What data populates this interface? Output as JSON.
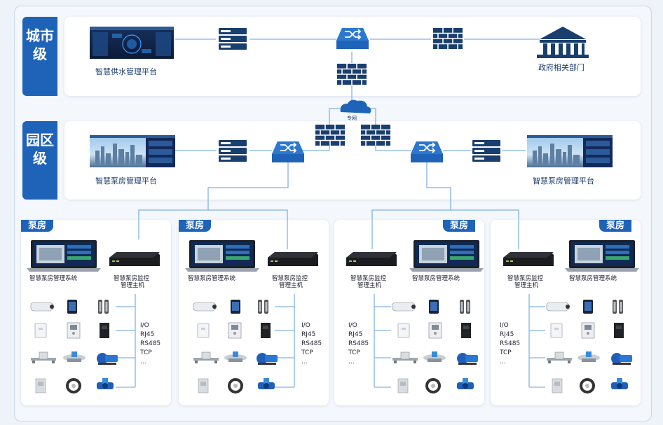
{
  "levels": {
    "city": "城市级",
    "park": "园区级"
  },
  "city": {
    "platform": "智慧供水管理平台",
    "gov": "政府相关部门"
  },
  "cloud": "专网",
  "park": {
    "platform_left": "智慧泵房管理平台",
    "platform_right": "智慧泵房管理平台"
  },
  "pumps": [
    {
      "tag": "泵房",
      "system": "智慧泵房管理系统",
      "host1": "智慧泵房监控",
      "host2": "管理主机",
      "protocols": [
        "I/O",
        "RJ45",
        "RS485",
        "TCP",
        "..."
      ]
    },
    {
      "tag": "泵房",
      "system": "智慧泵房管理系统",
      "host1": "智慧泵房监控",
      "host2": "管理主机",
      "protocols": [
        "I/O",
        "RJ45",
        "RS485",
        "TCP",
        "..."
      ]
    },
    {
      "tag": "泵房",
      "system": "智慧泵房管理系统",
      "host1": "智慧泵房监控",
      "host2": "管理主机",
      "protocols": [
        "I/O",
        "RJ45",
        "RS485",
        "TCP",
        "..."
      ]
    },
    {
      "tag": "泵房",
      "system": "智慧泵房管理系统",
      "host1": "智慧泵房监控",
      "host2": "管理主机",
      "protocols": [
        "I/O",
        "RJ45",
        "RS485",
        "TCP",
        "..."
      ]
    }
  ],
  "colors": {
    "accent": "#1e63b8",
    "line": "#7fb3e6",
    "icon": "#1a3f6f"
  }
}
